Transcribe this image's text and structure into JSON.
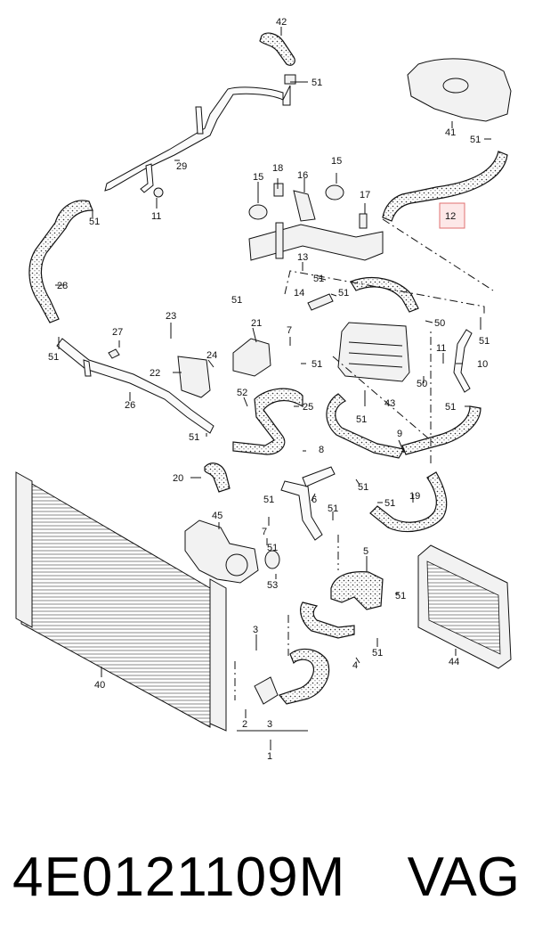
{
  "diagram": {
    "labels": [
      {
        "id": "42",
        "text": "42"
      },
      {
        "id": "51a",
        "text": "51"
      },
      {
        "id": "29",
        "text": "29"
      },
      {
        "id": "11a",
        "text": "11"
      },
      {
        "id": "51b",
        "text": "51"
      },
      {
        "id": "28",
        "text": "28"
      },
      {
        "id": "51c",
        "text": "51"
      },
      {
        "id": "27",
        "text": "27"
      },
      {
        "id": "26",
        "text": "26"
      },
      {
        "id": "51d",
        "text": "51"
      },
      {
        "id": "41",
        "text": "41"
      },
      {
        "id": "51e",
        "text": "51"
      },
      {
        "id": "12",
        "text": "12"
      },
      {
        "id": "15a",
        "text": "15"
      },
      {
        "id": "18",
        "text": "18"
      },
      {
        "id": "16",
        "text": "16"
      },
      {
        "id": "15b",
        "text": "15"
      },
      {
        "id": "17",
        "text": "17"
      },
      {
        "id": "13",
        "text": "13"
      },
      {
        "id": "51f",
        "text": "51"
      },
      {
        "id": "14",
        "text": "14"
      },
      {
        "id": "51g",
        "text": "51"
      },
      {
        "id": "50a",
        "text": "50"
      },
      {
        "id": "51h",
        "text": "51"
      },
      {
        "id": "23",
        "text": "23"
      },
      {
        "id": "21",
        "text": "21"
      },
      {
        "id": "7a",
        "text": "7"
      },
      {
        "id": "22",
        "text": "22"
      },
      {
        "id": "24",
        "text": "24"
      },
      {
        "id": "51i",
        "text": "51"
      },
      {
        "id": "52",
        "text": "52"
      },
      {
        "id": "25",
        "text": "25"
      },
      {
        "id": "43",
        "text": "43"
      },
      {
        "id": "51j",
        "text": "51"
      },
      {
        "id": "11b",
        "text": "11"
      },
      {
        "id": "10",
        "text": "10"
      },
      {
        "id": "50b",
        "text": "50"
      },
      {
        "id": "51k",
        "text": "51"
      },
      {
        "id": "9",
        "text": "9"
      },
      {
        "id": "8",
        "text": "8"
      },
      {
        "id": "20",
        "text": "20"
      },
      {
        "id": "51l",
        "text": "51"
      },
      {
        "id": "6",
        "text": "6"
      },
      {
        "id": "51m",
        "text": "51"
      },
      {
        "id": "51n",
        "text": "51"
      },
      {
        "id": "19",
        "text": "19"
      },
      {
        "id": "45",
        "text": "45"
      },
      {
        "id": "7b",
        "text": "7"
      },
      {
        "id": "51o",
        "text": "51"
      },
      {
        "id": "53",
        "text": "53"
      },
      {
        "id": "5",
        "text": "5"
      },
      {
        "id": "51p",
        "text": "51"
      },
      {
        "id": "44",
        "text": "44"
      },
      {
        "id": "3a",
        "text": "3"
      },
      {
        "id": "4",
        "text": "4"
      },
      {
        "id": "51q",
        "text": "51"
      },
      {
        "id": "40",
        "text": "40"
      },
      {
        "id": "2",
        "text": "2"
      },
      {
        "id": "3b",
        "text": "3"
      },
      {
        "id": "1",
        "text": "1"
      }
    ],
    "highlight_color": "#e07070"
  },
  "footer": {
    "part_number": "4E0121109M",
    "brand": "VAG"
  }
}
